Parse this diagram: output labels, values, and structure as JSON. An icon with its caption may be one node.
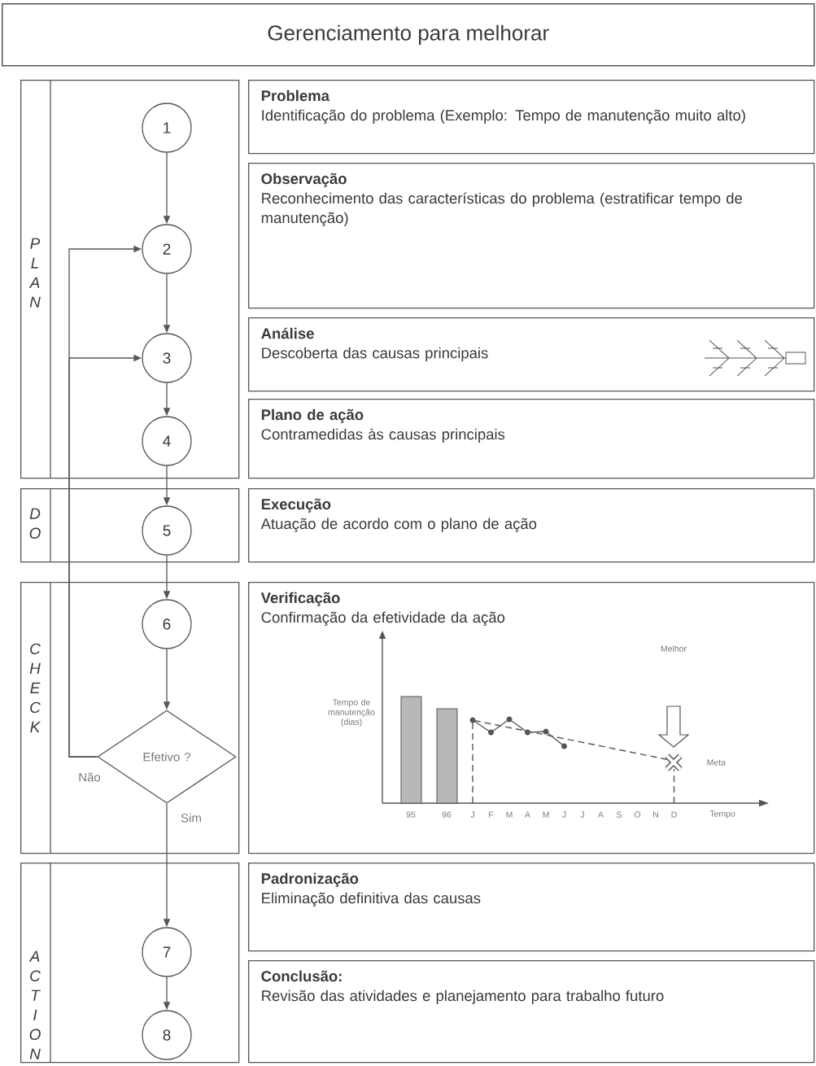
{
  "diagram": {
    "title": "Gerenciamento para melhorar",
    "nodes": [
      {
        "text": [
          "P L A N"
        ]
      },
      {
        "text": [
          "1"
        ],
        "in": 0
      },
      {
        "text": [
          "2"
        ],
        "in": 0
      },
      {
        "text": [
          "3"
        ],
        "in": 0
      },
      {
        "text": [
          "4"
        ],
        "in": 0
      },
      {
        "text": [
          "D O"
        ]
      },
      {
        "text": [
          "5"
        ],
        "in": 5
      },
      {
        "text": [
          "C H E C K"
        ]
      },
      {
        "text": [
          "6"
        ],
        "in": 7
      },
      {
        "text": [
          "Efetivo ?"
        ],
        "in": 7
      },
      {
        "text": [
          "A C T I O N"
        ]
      },
      {
        "text": [
          "7"
        ],
        "in": 10
      },
      {
        "text": [
          "8"
        ],
        "in": 10
      },
      {
        "text": [
          "Problema",
          "Identificação do problema (Exemplo: Tempo de manutenção muito alto)"
        ]
      },
      {
        "text": [
          "Observação",
          "Reconhecimento das características do problema (estratificar tempo de manutenção)"
        ]
      },
      {
        "text": [
          "Análise",
          "Descoberta das causas principais"
        ]
      },
      {
        "text": [
          "Plano de ação",
          "Contramedidas às causas principais"
        ]
      },
      {
        "text": [
          "Execução",
          "Atuação de acordo com o plano de ação"
        ]
      },
      {
        "text": [
          "Verificação",
          "Confirmação da efetividade da ação"
        ]
      },
      {
        "text": [
          "Padronização",
          "Eliminação definitiva das causas"
        ]
      },
      {
        "text": [
          "Conclusão:",
          "Revisão das atividades e planejamento para trabalho futuro"
        ]
      }
    ],
    "edges": [
      {
        "from": 1,
        "to": 2,
        "arrow": "to"
      },
      {
        "from": 2,
        "to": 3,
        "arrow": "to"
      },
      {
        "from": 3,
        "to": 4,
        "arrow": "to"
      },
      {
        "from": 4,
        "to": 6,
        "arrow": "to"
      },
      {
        "from": 6,
        "to": 8,
        "arrow": "to"
      },
      {
        "from": 8,
        "to": 9,
        "arrow": "to"
      },
      {
        "from": 9,
        "to": 11,
        "arrow": "to",
        "label": "Sim"
      },
      {
        "from": 11,
        "to": 12,
        "arrow": "to"
      },
      {
        "from": 9,
        "to": 2,
        "arrow": "to",
        "label": "Não"
      },
      {
        "from": 9,
        "to": 3,
        "arrow": "to"
      }
    ],
    "labels": [
      "Tempo de manutenção (dias)",
      "Melhor",
      "Meta",
      "95",
      "96",
      "J",
      "F",
      "M",
      "A",
      "M",
      "J",
      "J",
      "A",
      "S",
      "O",
      "N",
      "D",
      "Tempo"
    ]
  }
}
